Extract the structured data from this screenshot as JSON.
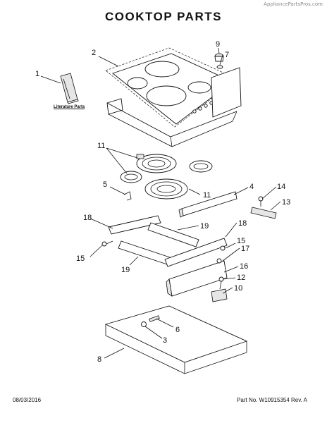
{
  "watermark": "AppliancePartsPros.com",
  "title": "COOKTOP PARTS",
  "literature_label": "Literature Parts",
  "footer": {
    "date": "08/03/2016",
    "part_number": "Part No.  W10915354   Rev.  A"
  },
  "callouts": {
    "c1": "1",
    "c2": "2",
    "c3": "3",
    "c4": "4",
    "c5": "5",
    "c6": "6",
    "c7": "7",
    "c8": "8",
    "c9": "9",
    "c10": "10",
    "c11a": "11",
    "c11b": "11",
    "c12": "12",
    "c13": "13",
    "c14": "14",
    "c15a": "15",
    "c15b": "15",
    "c16": "16",
    "c17": "17",
    "c18a": "18",
    "c18b": "18",
    "c19a": "19",
    "c19b": "19"
  }
}
